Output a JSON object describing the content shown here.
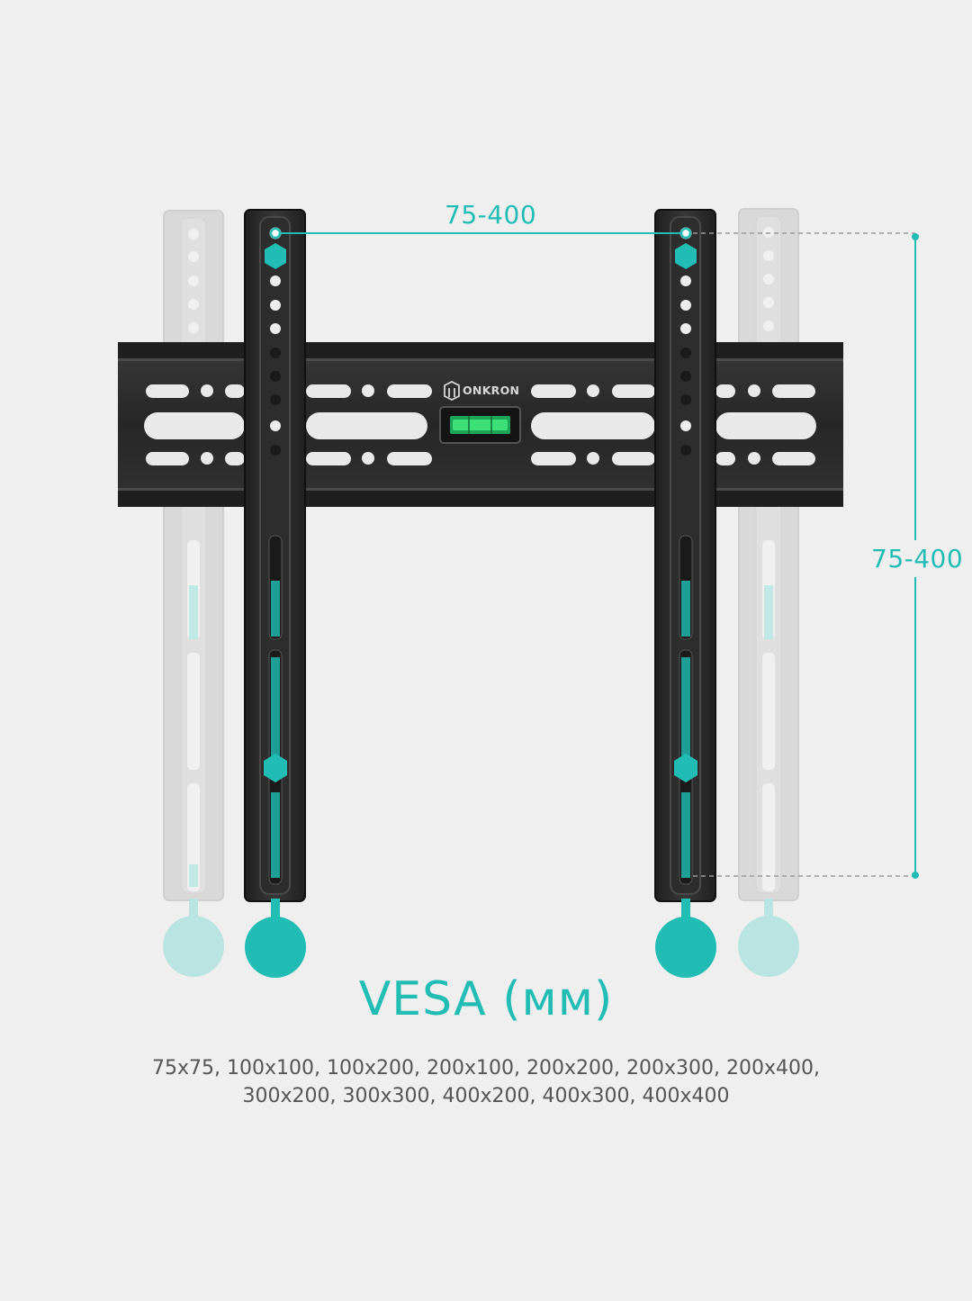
{
  "brand": {
    "name": "ONKRON"
  },
  "dimensions": {
    "horizontal_label": "75-400",
    "vertical_label": "75-400"
  },
  "title": "VESA (мм)",
  "vesa_sizes": {
    "line1": "75x75, 100x100, 100x200, 200x100, 200x200, 200x300, 200x400,",
    "line2": "300x200, 300x300, 400x200, 400x300, 400x400"
  },
  "colors": {
    "background": "#efefef",
    "accent": "#21bdb5",
    "metal": "#2b2b2b",
    "level_bubble": "#3ee07a",
    "ghost_bracket": "#c9c9c9",
    "ghost_knob": "#8fdcd6"
  }
}
